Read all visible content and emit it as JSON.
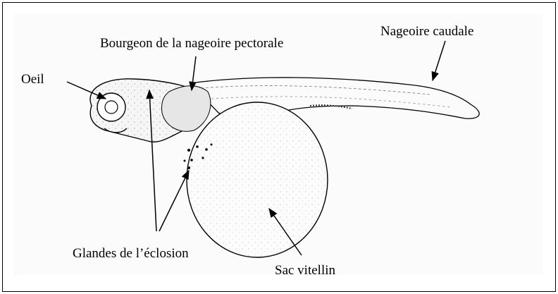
{
  "labels": {
    "eye": "Oeil",
    "pectoral_bud": "Bourgeon de la nageoire pectorale",
    "caudal_fin": "Nageoire caudale",
    "hatching_glands": "Glandes de l’éclosion",
    "yolk_sac": "Sac vitellin"
  },
  "colors": {
    "ink": "#000000",
    "shade": "#e9e9e9",
    "stipple": "#555555"
  }
}
